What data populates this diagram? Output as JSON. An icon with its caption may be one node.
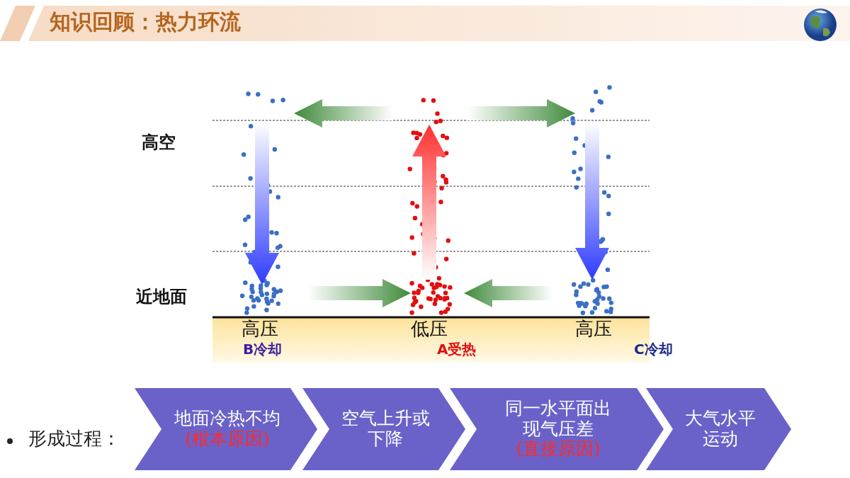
{
  "diagram": {
    "title": "知识回顾：热力环流",
    "nodes": [
      {
        "text": [
          "地面冷热不均",
          "(根本原因)"
        ]
      },
      {
        "text": [
          "空气上升或下降"
        ]
      },
      {
        "text": [
          "同一水平面出现气压差",
          "(直接原因)"
        ]
      },
      {
        "text": [
          "大气水平运动"
        ]
      }
    ],
    "edges": [],
    "labels": [
      "高空",
      "近地面",
      "高压",
      "低压",
      "高压",
      "B冷却",
      "A受热",
      "C冷却",
      "形成过程："
    ]
  }
}
